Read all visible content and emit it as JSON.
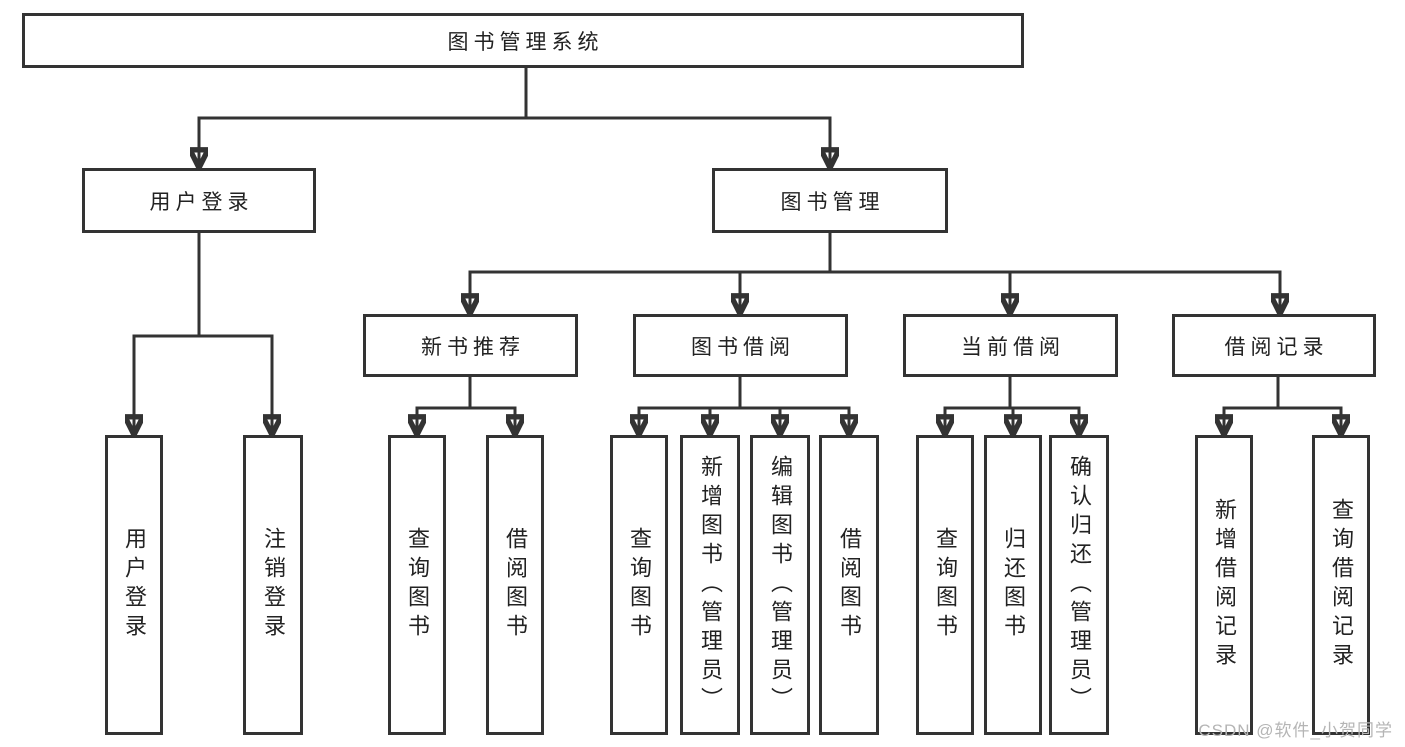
{
  "diagram": {
    "type": "tree",
    "nodes": {
      "root": "图书管理系统",
      "user_login": "用户登录",
      "book_mgmt": "图书管理",
      "new_book": "新书推荐",
      "book_borrow": "图书借阅",
      "current_borrow": "当前借阅",
      "borrow_records": "借阅记录",
      "user_login_children": [
        "用户登录",
        "注销登录"
      ],
      "new_book_children": [
        "查询图书",
        "借阅图书"
      ],
      "book_borrow_children": [
        "查询图书",
        "新增图书（管理员）",
        "编辑图书（管理员）",
        "借阅图书"
      ],
      "current_borrow_children": [
        "查询图书",
        "归还图书",
        "确认归还（管理员）"
      ],
      "borrow_records_children": [
        "新增借阅记录",
        "查询借阅记录"
      ]
    },
    "colors": {
      "line": "#333333",
      "box_border": "#333333",
      "text": "#222222",
      "watermark": "#b5b5b5",
      "background": "#ffffff"
    }
  },
  "watermark": "CSDN @软件_小贺同学"
}
